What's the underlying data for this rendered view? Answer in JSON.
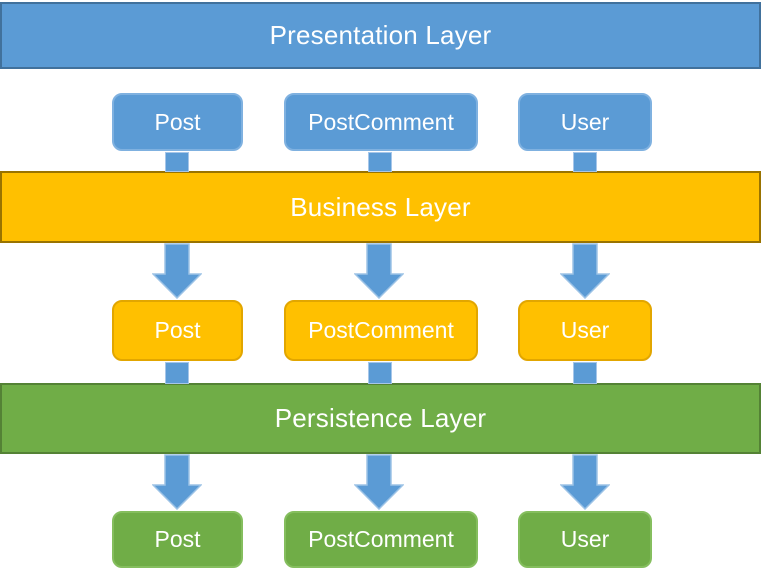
{
  "diagram": {
    "title": "Layered architecture diagram",
    "layers": [
      {
        "label": "Presentation Layer",
        "fill": "#5B9BD5",
        "border": "#41719C",
        "text_color": "#FFFFFF"
      },
      {
        "label": "Business Layer",
        "fill": "#FFC000",
        "border": "#997300",
        "text_color": "#FFFFFF"
      },
      {
        "label": "Persistence Layer",
        "fill": "#70AD47",
        "border": "#548235",
        "text_color": "#FFFFFF"
      }
    ],
    "tiers": [
      {
        "name": "presentation-components",
        "fill": "#5B9BD5",
        "boxes": [
          "Post",
          "PostComment",
          "User"
        ]
      },
      {
        "name": "business-components",
        "fill": "#FFC000",
        "boxes": [
          "Post",
          "PostComment",
          "User"
        ]
      },
      {
        "name": "persistence-components",
        "fill": "#70AD47",
        "boxes": [
          "Post",
          "PostComment",
          "User"
        ]
      }
    ],
    "colors": {
      "connector_fill": "#5B9BD5",
      "connector_outline": "#A6C6E9",
      "arrow_fill": "#5B9BD5",
      "arrow_outline": "#9DC3E6",
      "background": "#FFFFFF"
    }
  }
}
